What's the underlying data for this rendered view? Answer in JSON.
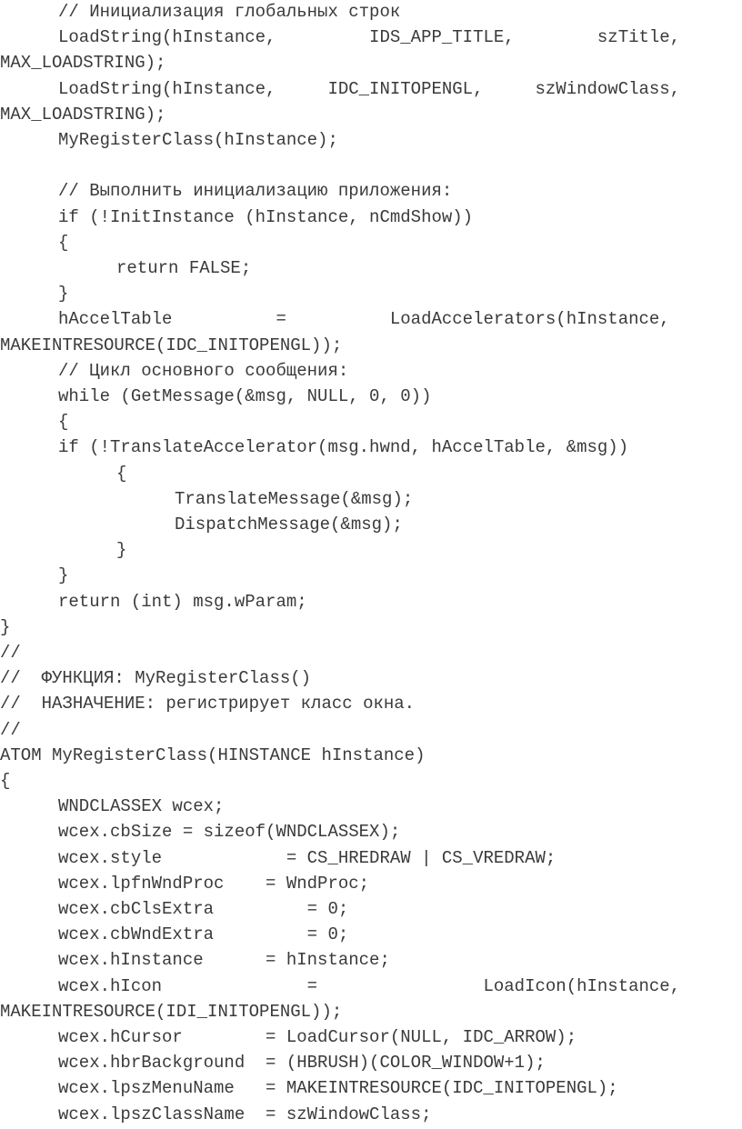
{
  "code_lines": [
    {
      "i": 1,
      "text": "// Инициализация глобальных строк"
    },
    {
      "i": 1,
      "text": "LoadString(hInstance,         IDS_APP_TITLE,        szTitle,"
    },
    {
      "i": 0,
      "text": "MAX_LOADSTRING);"
    },
    {
      "i": 1,
      "text": "LoadString(hInstance,     IDC_INITOPENGL,     szWindowClass,"
    },
    {
      "i": 0,
      "text": "MAX_LOADSTRING);"
    },
    {
      "i": 1,
      "text": "MyRegisterClass(hInstance);"
    },
    {
      "i": 0,
      "text": ""
    },
    {
      "i": 1,
      "text": "// Выполнить инициализацию приложения:"
    },
    {
      "i": 1,
      "text": "if (!InitInstance (hInstance, nCmdShow))"
    },
    {
      "i": 1,
      "text": "{"
    },
    {
      "i": 2,
      "text": "return FALSE;"
    },
    {
      "i": 1,
      "text": "}"
    },
    {
      "i": 1,
      "text": "hAccelTable          =          LoadAccelerators(hInstance,"
    },
    {
      "i": 0,
      "text": "MAKEINTRESOURCE(IDC_INITOPENGL));"
    },
    {
      "i": 1,
      "text": "// Цикл основного сообщения:"
    },
    {
      "i": 1,
      "text": "while (GetMessage(&msg, NULL, 0, 0))"
    },
    {
      "i": 1,
      "text": "{"
    },
    {
      "i": 1,
      "text": "if (!TranslateAccelerator(msg.hwnd, hAccelTable, &msg))"
    },
    {
      "i": 2,
      "text": "{"
    },
    {
      "i": 3,
      "text": "TranslateMessage(&msg);"
    },
    {
      "i": 3,
      "text": "DispatchMessage(&msg);"
    },
    {
      "i": 2,
      "text": "}"
    },
    {
      "i": 1,
      "text": "}"
    },
    {
      "i": 1,
      "text": "return (int) msg.wParam;"
    },
    {
      "i": 0,
      "text": "}"
    },
    {
      "i": 0,
      "text": "//"
    },
    {
      "i": 0,
      "text": "//  ФУНКЦИЯ: MyRegisterClass()"
    },
    {
      "i": 0,
      "text": "//  НАЗНАЧЕНИЕ: регистрирует класс окна."
    },
    {
      "i": 0,
      "text": "//"
    },
    {
      "i": 0,
      "text": "ATOM MyRegisterClass(HINSTANCE hInstance)"
    },
    {
      "i": 0,
      "text": "{"
    },
    {
      "i": 1,
      "text": "WNDCLASSEX wcex;"
    },
    {
      "i": 1,
      "text": "wcex.cbSize = sizeof(WNDCLASSEX);"
    },
    {
      "i": 1,
      "text": "wcex.style            = CS_HREDRAW | CS_VREDRAW;"
    },
    {
      "i": 1,
      "text": "wcex.lpfnWndProc    = WndProc;"
    },
    {
      "i": 1,
      "text": "wcex.cbClsExtra         = 0;"
    },
    {
      "i": 1,
      "text": "wcex.cbWndExtra         = 0;"
    },
    {
      "i": 1,
      "text": "wcex.hInstance      = hInstance;"
    },
    {
      "i": 1,
      "text": "wcex.hIcon              =                LoadIcon(hInstance,"
    },
    {
      "i": 0,
      "text": "MAKEINTRESOURCE(IDI_INITOPENGL));"
    },
    {
      "i": 1,
      "text": "wcex.hCursor        = LoadCursor(NULL, IDC_ARROW);"
    },
    {
      "i": 1,
      "text": "wcex.hbrBackground  = (HBRUSH)(COLOR_WINDOW+1);"
    },
    {
      "i": 1,
      "text": "wcex.lpszMenuName   = MAKEINTRESOURCE(IDC_INITOPENGL);"
    },
    {
      "i": 1,
      "text": "wcex.lpszClassName  = szWindowClass;"
    }
  ]
}
